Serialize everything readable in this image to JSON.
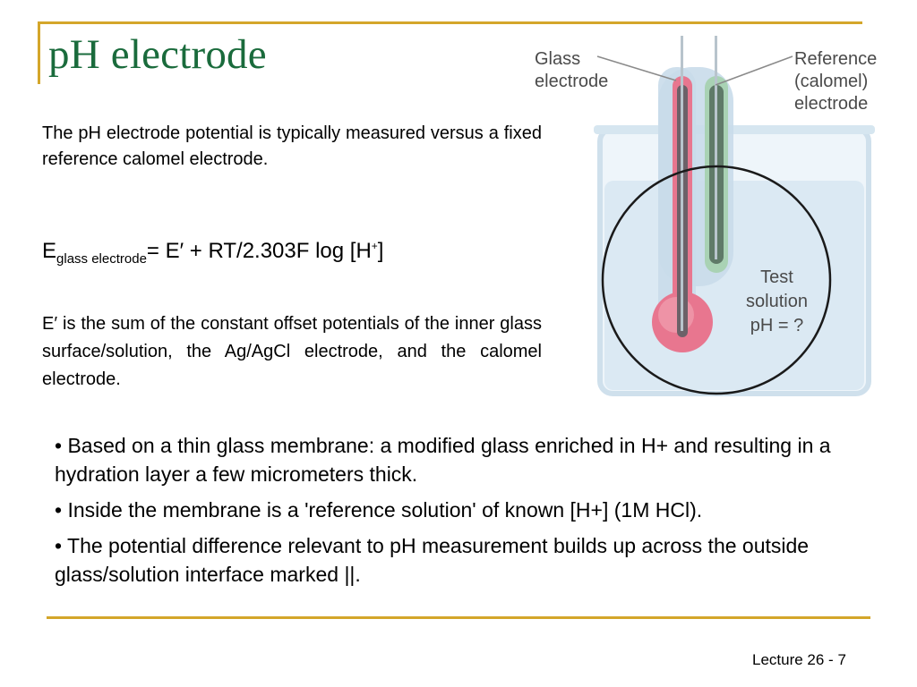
{
  "slide": {
    "title": "pH electrode",
    "intro": "The pH electrode potential is typically measured versus a fixed reference calomel electrode.",
    "equation": {
      "lhs_main": "E",
      "lhs_sub": "glass electrode",
      "rhs_before_sup": "= E′ + RT/2.303F log [H",
      "sup": "+",
      "rhs_after_sup": "]"
    },
    "explanation": "E′ is the sum of the constant offset potentials of the inner glass surface/solution, the Ag/AgCl electrode, and the calomel electrode.",
    "bullets": [
      "• Based on a thin glass membrane: a modified glass enriched in H+ and resulting in a hydration layer a few micrometers thick.",
      "• Inside the membrane is a 'reference solution' of known [H+] (1M HCl).",
      "• The potential difference relevant to pH measurement builds up across the outside glass/solution interface marked ||."
    ],
    "footer": "Lecture 26 - 7"
  },
  "figure": {
    "label_glass": [
      "Glass",
      "electrode"
    ],
    "label_reference": [
      "Reference",
      "(calomel)",
      "electrode"
    ],
    "label_test": [
      "Test",
      "solution",
      "pH = ?"
    ]
  },
  "colors": {
    "title_green": "#1a6b3c",
    "accent_gold": "#d4a62a",
    "glass_pink": "#e8768f",
    "reference_green": "#7fb58e",
    "beaker_blue": "#cfe0ec"
  }
}
